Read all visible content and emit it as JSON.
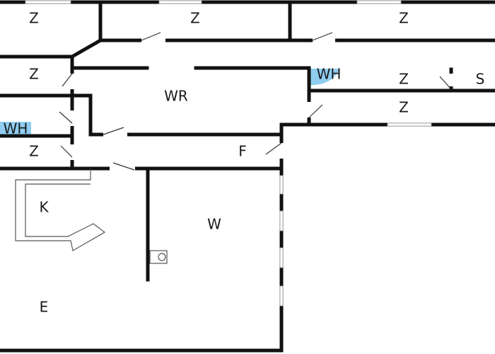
{
  "rooms": {
    "z_top_left": "Z",
    "z_top_mid": "Z",
    "z_top_right": "Z",
    "z_left_upper": "Z",
    "wr": "WR",
    "wh_right": "WH",
    "z_right_upper": "Z",
    "s_right": "S",
    "z_right_lower": "Z",
    "wh_left": "WH",
    "z_left_lower": "Z",
    "f": "F",
    "k": "K",
    "w": "W",
    "e": "E"
  },
  "colors": {
    "wall": "#111111",
    "background": "#ffffff",
    "wh_fixture": "#8ecdf0"
  }
}
